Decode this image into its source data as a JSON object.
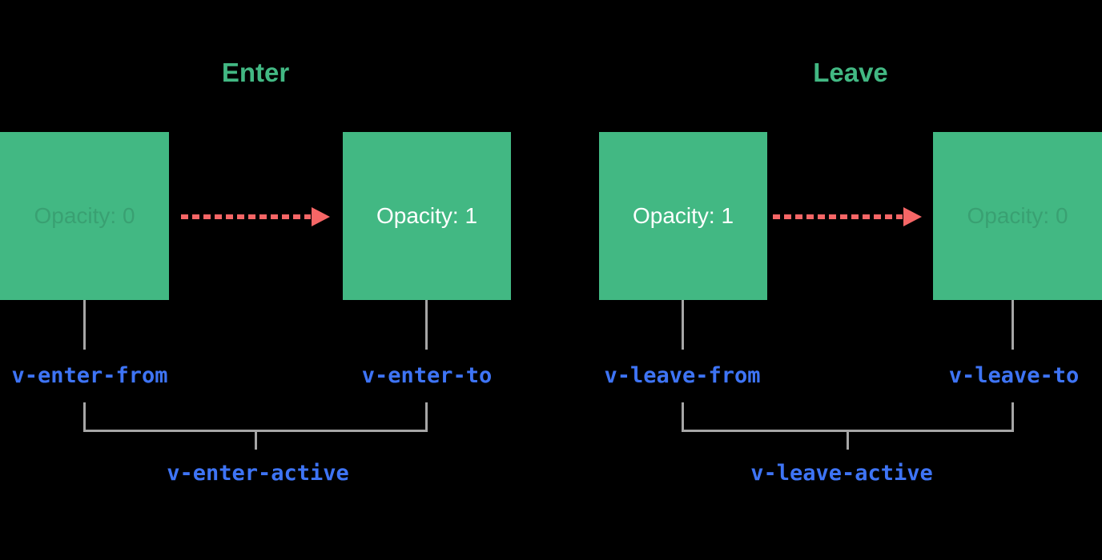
{
  "colors": {
    "background": "#000000",
    "box_green": "#42b883",
    "arrow_red": "#f66666",
    "class_label_blue": "#3e74f5",
    "connector_gray": "#a6a6a6",
    "box_text_white": "#ffffff"
  },
  "enter": {
    "title": "Enter",
    "from_box_label": "Opacity: 0",
    "to_box_label": "Opacity: 1",
    "from_class": "v-enter-from",
    "to_class": "v-enter-to",
    "active_class": "v-enter-active"
  },
  "leave": {
    "title": "Leave",
    "from_box_label": "Opacity: 1",
    "to_box_label": "Opacity: 0",
    "from_class": "v-leave-from",
    "to_class": "v-leave-to",
    "active_class": "v-leave-active"
  }
}
